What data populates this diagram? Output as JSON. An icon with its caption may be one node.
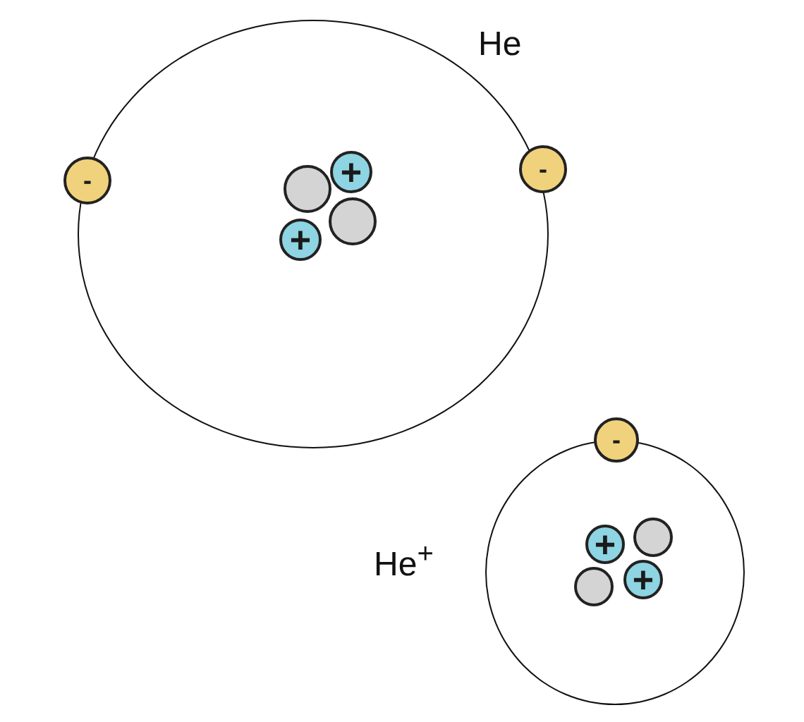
{
  "diagram": {
    "nodes": [
      {
        "text": [
          "He"
        ]
      },
      {
        "text": [
          "-"
        ]
      },
      {
        "text": [
          "-"
        ]
      },
      {
        "text": [],
        "shape": "circle",
        "in": 0
      },
      {
        "text": [
          "+"
        ],
        "in": 0
      },
      {
        "text": [
          "+"
        ],
        "in": 0
      },
      {
        "text": [],
        "shape": "circle",
        "in": 0
      },
      {
        "text": [
          "He$^{+}$"
        ]
      },
      {
        "text": [
          "-"
        ]
      },
      {
        "text": [
          "+"
        ],
        "in": 7
      },
      {
        "text": [],
        "shape": "circle",
        "in": 7
      },
      {
        "text": [],
        "shape": "circle",
        "in": 7
      },
      {
        "text": [
          "+"
        ],
        "in": 7
      }
    ]
  }
}
